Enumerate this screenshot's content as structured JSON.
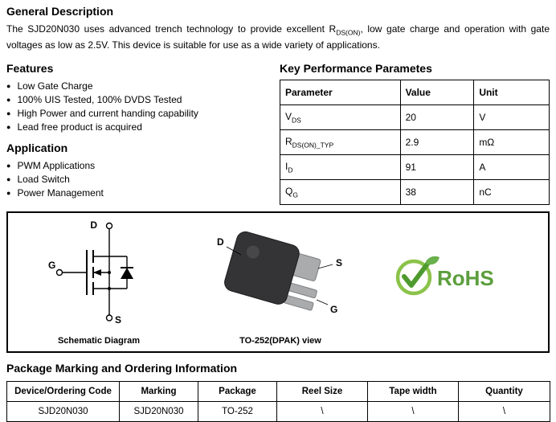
{
  "ui": {
    "bullet": "●"
  },
  "description": {
    "title": "General Description",
    "part1": "The SJD20N030 uses advanced trench technology to provide excellent R",
    "sub": "DS(ON)",
    "part2": ", low gate charge and operation with gate voltages as low as 2.5V. This device is suitable for use as a wide variety of applications."
  },
  "features": {
    "title": "Features",
    "items": [
      "Low Gate Charge",
      "100% UIS Tested, 100% DVDS Tested",
      "High Power and current handing capability",
      "Lead free product is acquired"
    ]
  },
  "application": {
    "title": "Application",
    "items": [
      "PWM Applications",
      "Load Switch",
      "Power Management"
    ]
  },
  "performance": {
    "title": "Key Performance Parametes",
    "headers": [
      "Parameter",
      "Value",
      "Unit"
    ],
    "rows": [
      {
        "base": "V",
        "sub": "DS",
        "value": "20",
        "unit": "V"
      },
      {
        "base": "R",
        "sub": "DS(ON)_TYP",
        "value": "2.9",
        "unit": "mΩ"
      },
      {
        "base": "I",
        "sub": "D",
        "value": "91",
        "unit": "A"
      },
      {
        "base": "Q",
        "sub": "G",
        "value": "38",
        "unit": "nC"
      }
    ]
  },
  "figure": {
    "schematic_caption": "Schematic Diagram",
    "package_caption": "TO-252(DPAK) view",
    "schematic_labels": {
      "drain": "D",
      "gate": "G",
      "source": "S"
    },
    "package_labels": {
      "drain": "D",
      "source": "S",
      "gate": "G"
    },
    "rohs": {
      "text": "RoHS",
      "green": "#5c9e3d"
    }
  },
  "ordering": {
    "title": "Package Marking and Ordering Information",
    "headers": [
      "Device/Ordering Code",
      "Marking",
      "Package",
      "Reel Size",
      "Tape width",
      "Quantity"
    ],
    "row": [
      "SJD20N030",
      "SJD20N030",
      "TO-252",
      "\\",
      "\\",
      "\\"
    ]
  }
}
